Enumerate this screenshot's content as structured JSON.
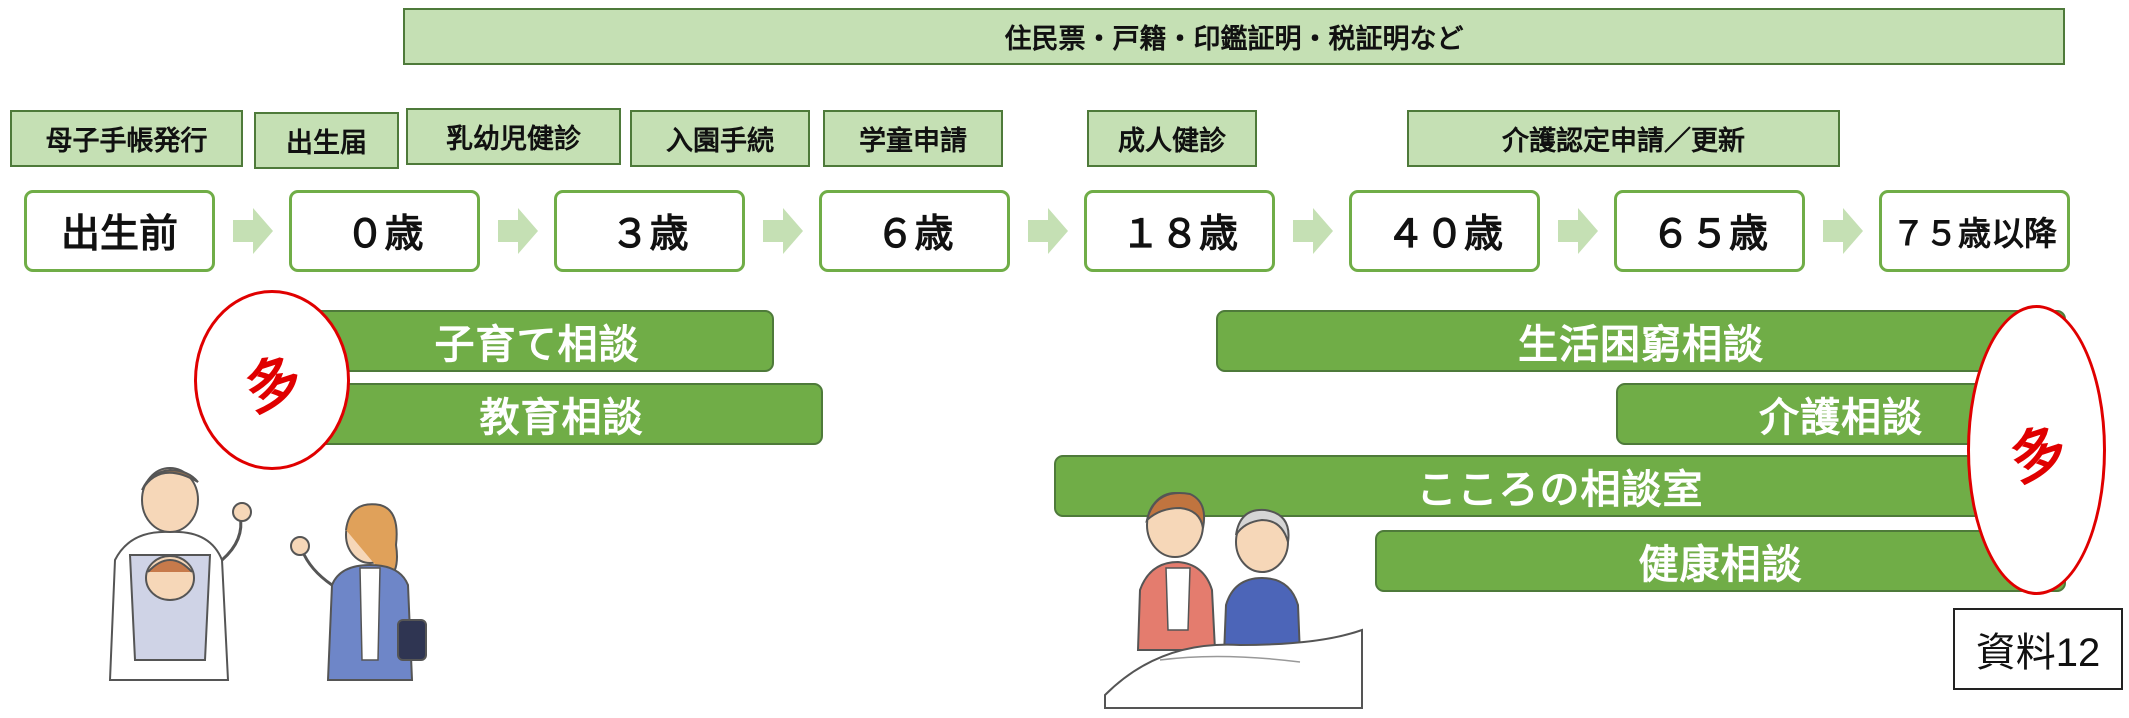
{
  "top_banner": "住民票・戸籍・印鑑証明・税証明など",
  "procedures": [
    {
      "label": "母子手帳発行"
    },
    {
      "label": "出生届"
    },
    {
      "label": "乳幼児健診"
    },
    {
      "label": "入園手続"
    },
    {
      "label": "学童申請"
    },
    {
      "label": "成人健診"
    },
    {
      "label": "介護認定申請／更新"
    }
  ],
  "timeline": [
    "出生前",
    "０歳",
    "３歳",
    "６歳",
    "１８歳",
    "４０歳",
    "６５歳",
    "７５歳以降"
  ],
  "consultations": {
    "parenting": "子育て相談",
    "education": "教育相談",
    "poverty": "生活困窮相談",
    "care": "介護相談",
    "mental": "こころの相談室",
    "health": "健康相談"
  },
  "highlight_left": "多",
  "highlight_right": "多",
  "document_badge": "資料12",
  "colors": {
    "light_green": "#c5e0b4",
    "green": "#70ad47",
    "dark_green": "#4e7a3a",
    "red": "#e00000"
  }
}
